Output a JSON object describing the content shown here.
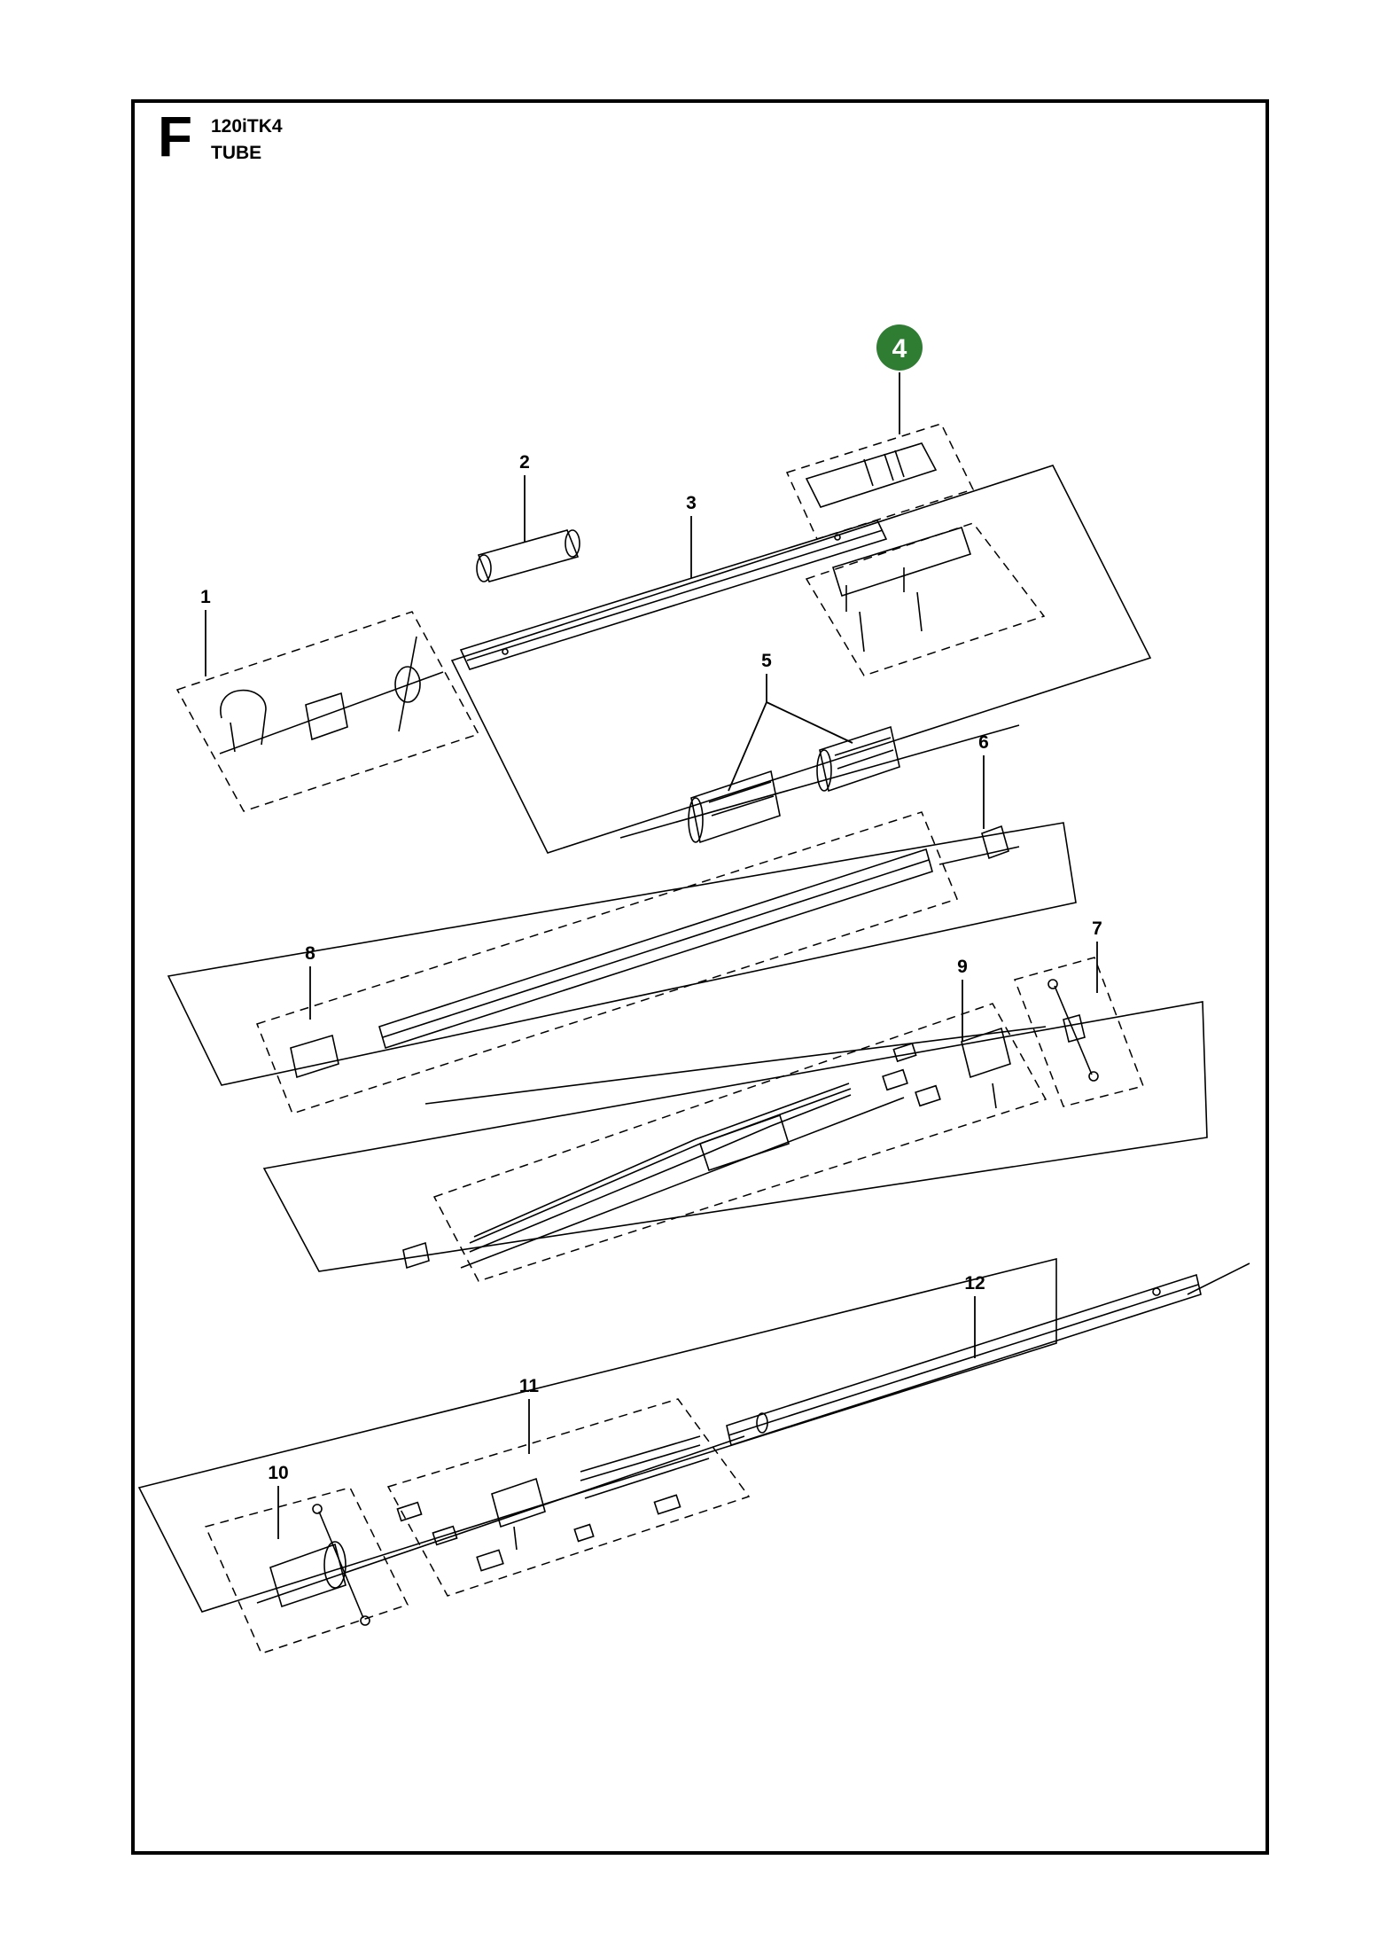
{
  "header": {
    "section": "F",
    "model": "120iTK4",
    "subtitle": "TUBE"
  },
  "highlight_color": "#2e7d32",
  "callouts": [
    {
      "id": "1",
      "label": "1"
    },
    {
      "id": "2",
      "label": "2"
    },
    {
      "id": "3",
      "label": "3"
    },
    {
      "id": "4",
      "label": "4",
      "highlighted": true
    },
    {
      "id": "5",
      "label": "5"
    },
    {
      "id": "6",
      "label": "6"
    },
    {
      "id": "7",
      "label": "7"
    },
    {
      "id": "8",
      "label": "8"
    },
    {
      "id": "9",
      "label": "9"
    },
    {
      "id": "10",
      "label": "10"
    },
    {
      "id": "11",
      "label": "11"
    },
    {
      "id": "12",
      "label": "12"
    }
  ]
}
